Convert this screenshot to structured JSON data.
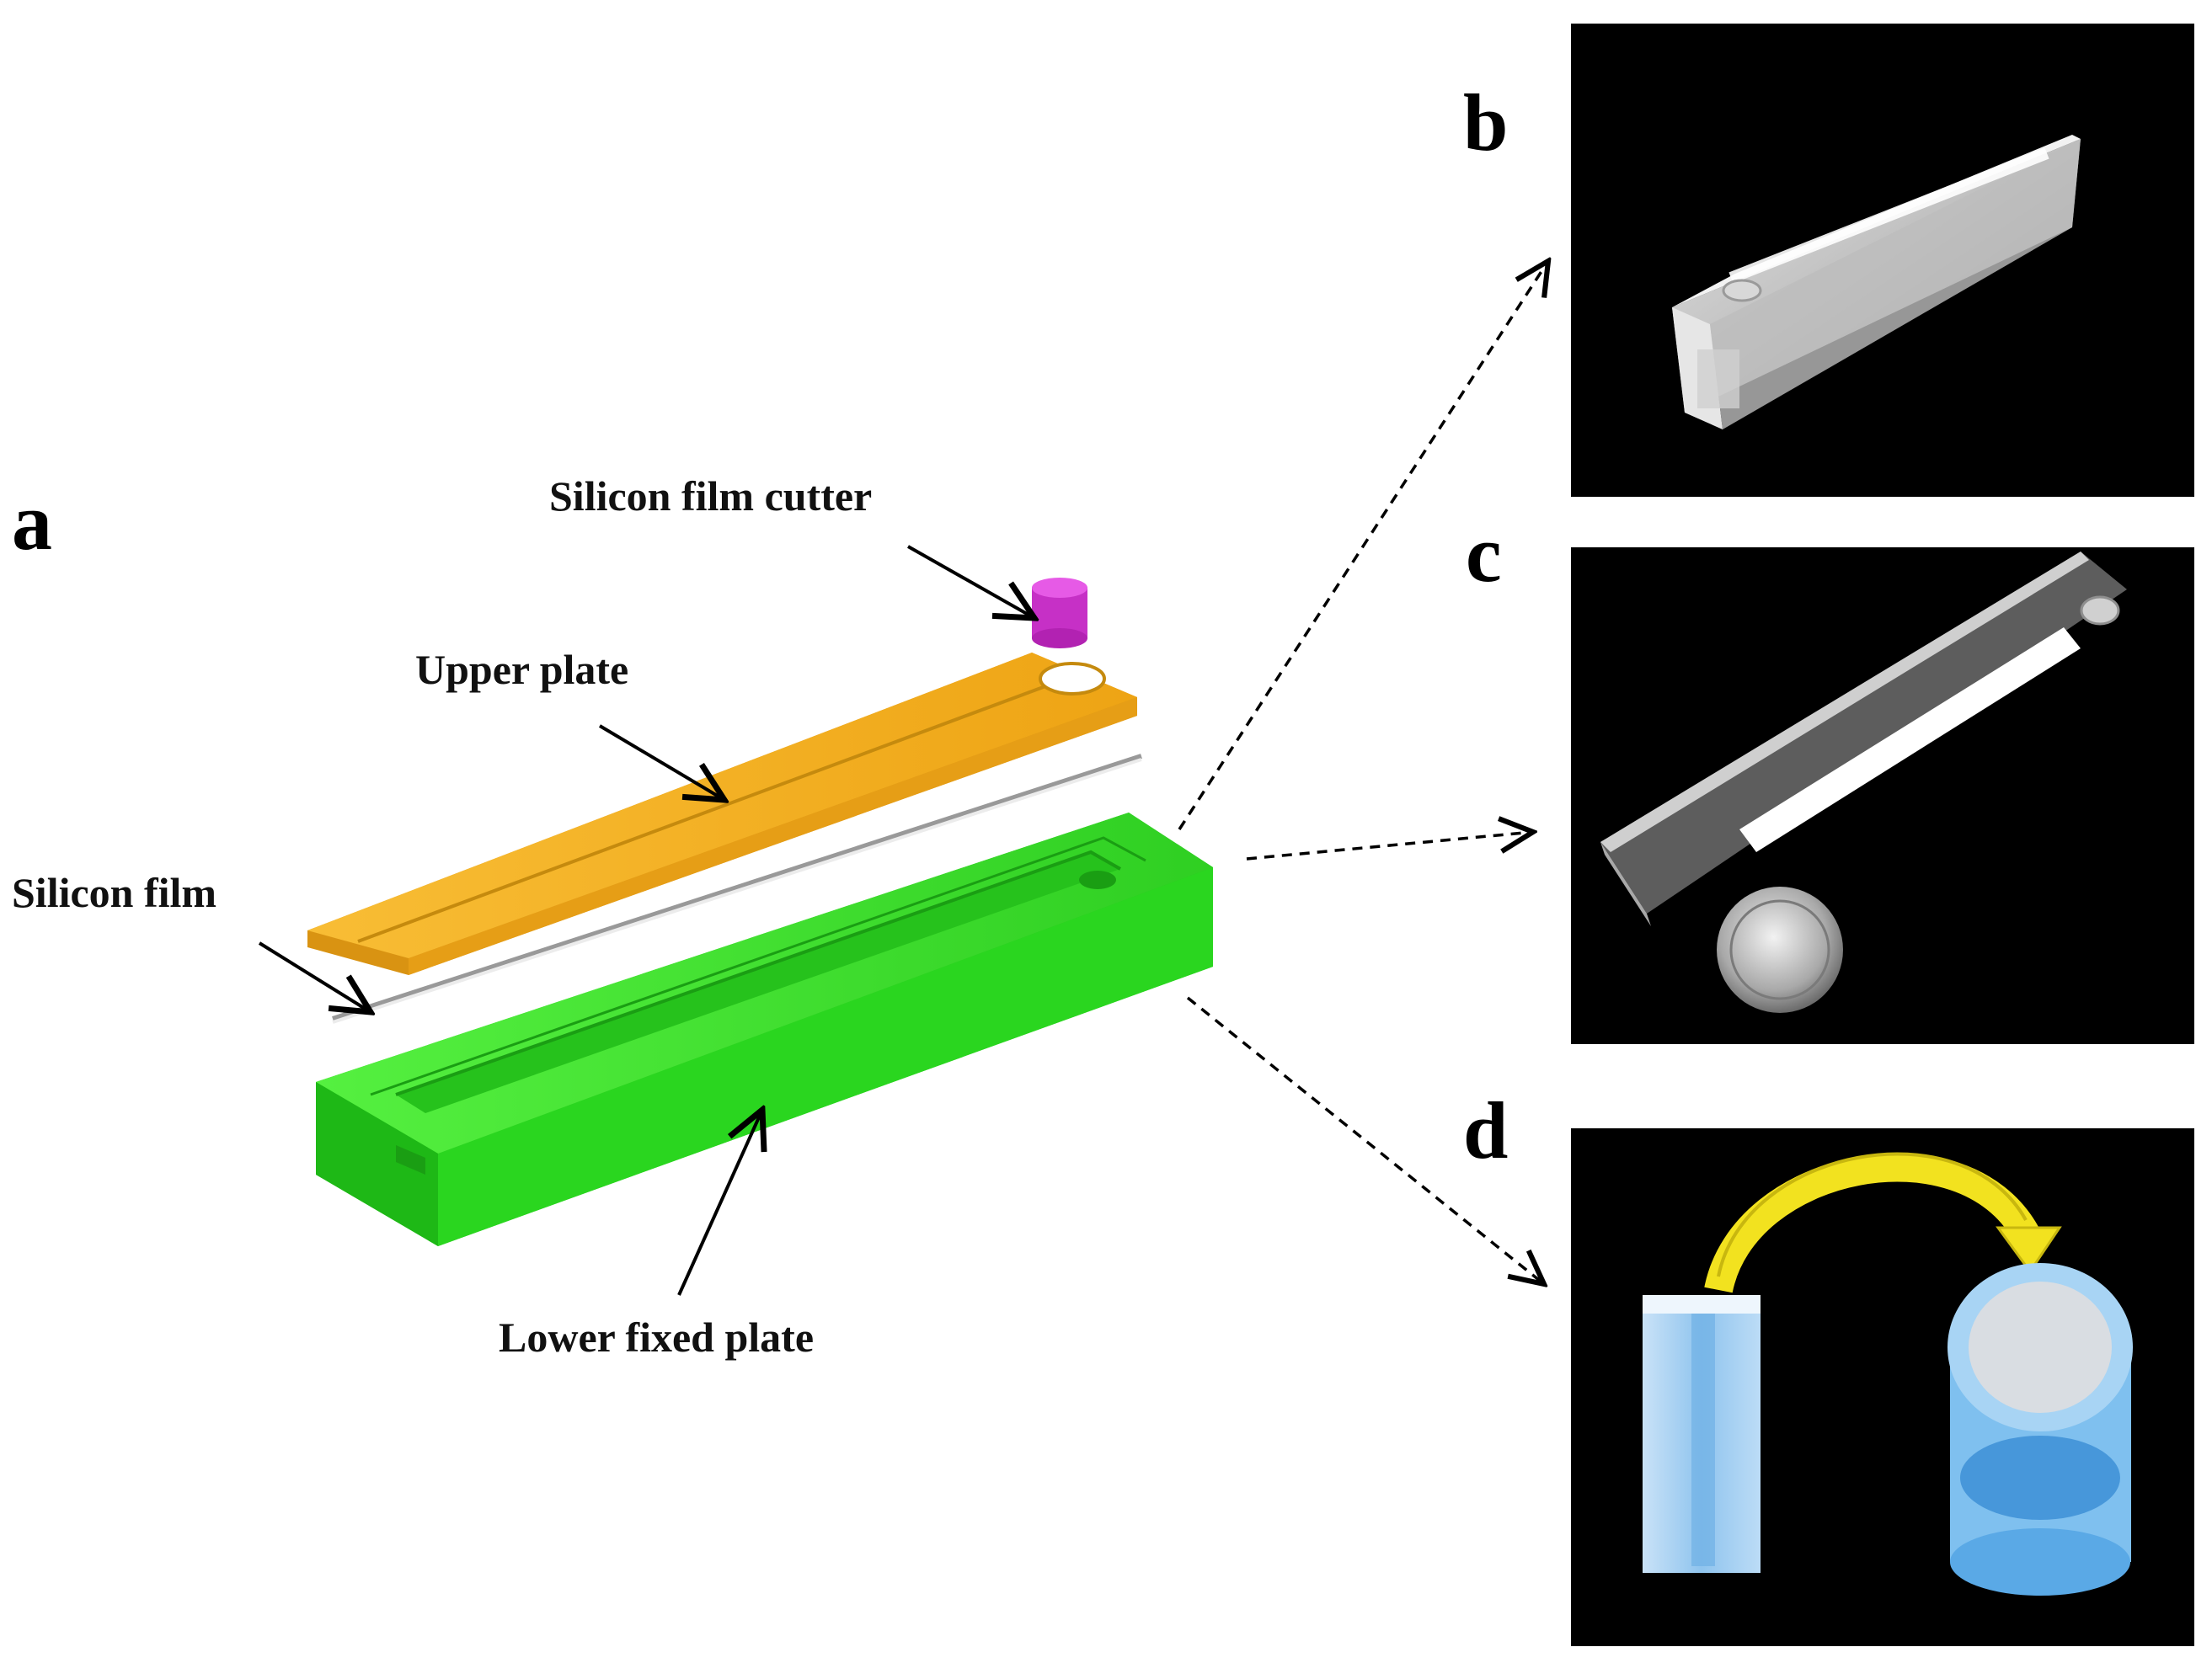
{
  "panels": {
    "a": {
      "letter": "a",
      "labels": {
        "cutter": "Silicon film cutter",
        "upper_plate": "Upper plate",
        "silicon_film": "Silicon film",
        "lower_plate": "Lower fixed plate"
      },
      "colors": {
        "cutter": "#d63bd6",
        "upper_plate": "#f5b120",
        "silicon_film": "#e6e6e6",
        "lower_plate": "#33e024"
      }
    },
    "b": {
      "letter": "b",
      "description_icon": "transparent-mold-photo"
    },
    "c": {
      "letter": "c",
      "description_icon": "mold-with-coin-photo"
    },
    "d": {
      "letter": "d",
      "description_icon": "rolled-film-tube-photo",
      "arrow_color": "#f2e21f"
    }
  },
  "colors": {
    "photo_background": "#000000",
    "tube_blue": "#8fc4ee"
  }
}
